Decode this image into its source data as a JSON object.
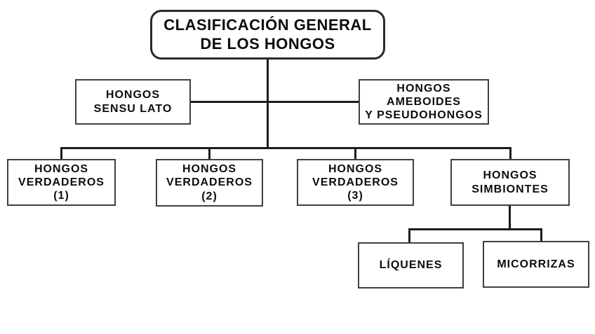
{
  "diagram": {
    "title": "CLASIFICACIÓN GENERAL DE LOS HONGOS",
    "type": "classification-tree",
    "root": {
      "label": "CLASIFICACIÓN GENERAL\nDE LOS HONGOS"
    },
    "level2": [
      {
        "id": "hongos-sensu-lato",
        "label": "HONGOS\nSENSU LATO"
      },
      {
        "id": "hongos-ameboides-y-pseudohongos",
        "label": "HONGOS\nAMEBOIDES\nY PSEUDOHONGOS"
      }
    ],
    "level3": [
      {
        "id": "hongos-verdaderos-1",
        "label": "HONGOS\nVERDADEROS\n(1)"
      },
      {
        "id": "hongos-verdaderos-2",
        "label": "HONGOS\nVERDADEROS\n(2)"
      },
      {
        "id": "hongos-verdaderos-3",
        "label": "HONGOS\nVERDADEROS\n(3)"
      },
      {
        "id": "hongos-simbiontes",
        "label": "HONGOS\nSIMBIONTES"
      }
    ],
    "level4": [
      {
        "id": "liquenes",
        "label": "LÍQUENES",
        "parent": "hongos-simbiontes"
      },
      {
        "id": "micorrizas",
        "label": "MICORRIZAS",
        "parent": "hongos-simbiontes"
      }
    ],
    "colors": {
      "background": "#ffffff",
      "box_border": "#3f3f3f",
      "root_border": "#2a2a2a",
      "connector_line": "#1c1c1c",
      "text": "#0d0d0d"
    }
  }
}
